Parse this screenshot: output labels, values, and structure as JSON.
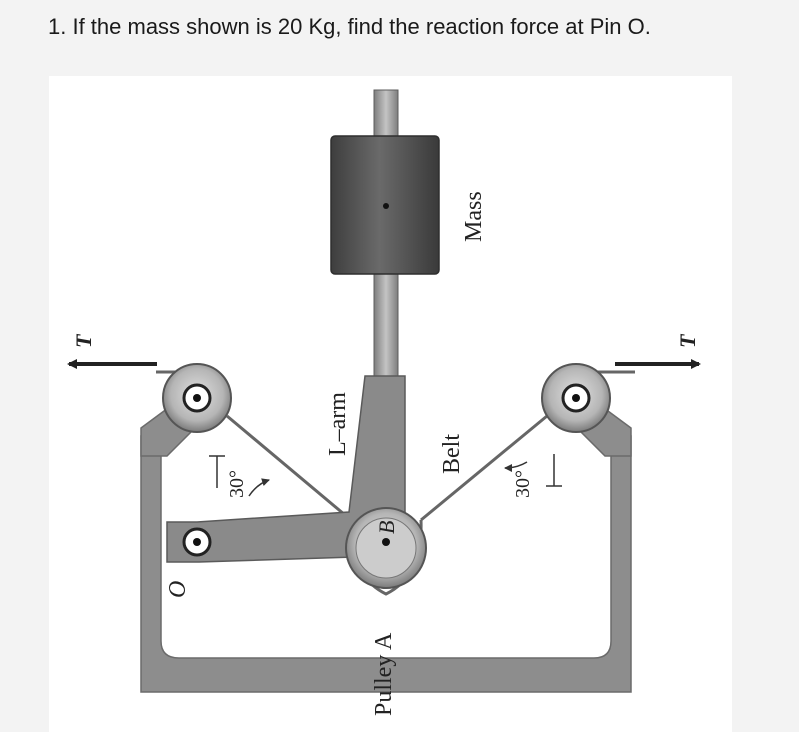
{
  "question": {
    "text": "1. If the mass shown is 20 Kg, find the reaction force at Pin O."
  },
  "figure": {
    "labels": {
      "mass": "Mass",
      "l_arm": "L–arm",
      "belt": "Belt",
      "pulley_a": "Pulley A",
      "point_b": "B",
      "pin_o": "O",
      "tension_left": "T",
      "tension_right": "T",
      "angle_left": "30°",
      "angle_right": "30°"
    },
    "colors": {
      "frame": "#8d8d8d",
      "arm": "#8a8a8a",
      "mass_block": "#555555",
      "rod": "#9b9b9b",
      "pulley": "#b8b8b8",
      "belt": "#666666"
    }
  }
}
